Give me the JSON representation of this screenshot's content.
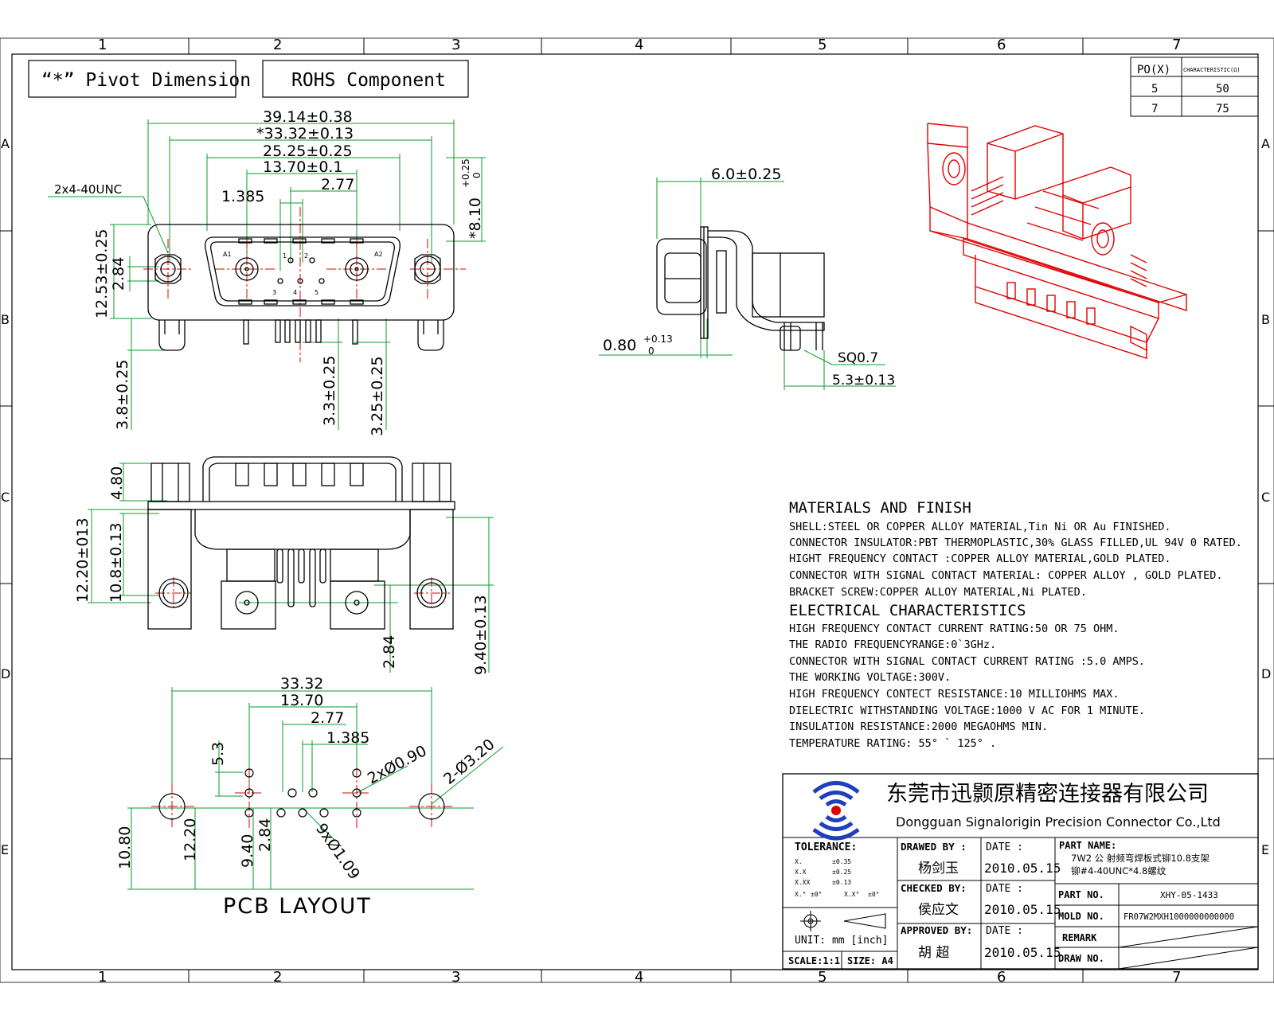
{
  "grid": {
    "columns": [
      "1",
      "2",
      "3",
      "4",
      "5",
      "6",
      "7"
    ],
    "rows": [
      "A",
      "B",
      "C",
      "D",
      "E"
    ]
  },
  "header": {
    "pivot_box": "“*” Pivot Dimension",
    "rohs_box": "ROHS Component"
  },
  "impedance_table": {
    "col1": "PO(X)",
    "col2": "CHARACTERISTIC(Ω)",
    "rows": [
      [
        "5",
        "50"
      ],
      [
        "7",
        "75"
      ]
    ]
  },
  "front_view": {
    "dims": {
      "overall": "39.14±0.38",
      "pivot": "*33.32±0.13",
      "shell": "25.25±0.25",
      "contacts": "13.70±0.1",
      "pitch2": "2.77",
      "pitch1": "1.385",
      "screw": "2x4-40UNC",
      "height": "12.53±0.25",
      "mid": "2.84",
      "depth": "*8.10",
      "depth_tol_hi": "+0.25",
      "depth_tol_lo": "0",
      "leg": "3.8±0.25",
      "pin1": "3.3±0.25",
      "pin2": "3.25±0.25"
    },
    "labels": {
      "a1": "A1",
      "a2": "A2",
      "p1": "1",
      "p2": "2",
      "p3": "3",
      "p4": "4",
      "p5": "5"
    }
  },
  "side_view": {
    "dims": {
      "width": "6.0±0.25",
      "flange": "0.80",
      "flange_tol_hi": "+0.13",
      "flange_tol_lo": "0",
      "sq": "SQ0.7",
      "tail": "5.3±0.13"
    }
  },
  "bottom_view": {
    "dims": {
      "top": "4.80",
      "h1": "12.20±013",
      "h2": "10.8±0.13",
      "h3": "9.40±0.13",
      "off": "2.84"
    }
  },
  "pcb_layout": {
    "title": "PCB LAYOUT",
    "dims": {
      "w1": "33.32",
      "w2": "13.70",
      "w3": "2.77",
      "w4": "1.385",
      "hole_hf": "2xØ0.90",
      "hole_mt": "2-Ø3.20",
      "hole_sig": "9xØ1.09",
      "v1": "5.3",
      "v2": "10.80",
      "v3": "12.20",
      "v4": "9.40",
      "v5": "2.84"
    }
  },
  "materials": {
    "title": "MATERIALS AND  FINISH",
    "lines": [
      "SHELL:STEEL OR COPPER ALLOY MATERIAL,Tin Ni OR Au FINISHED.",
      "CONNECTOR INSULATOR:PBT THERMOPLASTIC,30% GLASS FILLED,UL 94V 0 RATED.",
      "HIGHT FREQUENCY CONTACT :COPPER ALLOY MATERIAL,GOLD PLATED.",
      "CONNECTOR WITH SIGNAL CONTACT MATERIAL: COPPER ALLOY , GOLD PLATED.",
      "BRACKET SCREW:COPPER ALLOY MATERIAL,Ni PLATED."
    ]
  },
  "electrical": {
    "title": "ELECTRICAL CHARACTERISTICS",
    "lines": [
      "HIGH FREQUENCY CONTACT CURRENT RATING:50 OR 75 OHM.",
      "THE RADIO FREQUENCYRANGE:0`3GHz.",
      "CONNECTOR WITH SIGNAL CONTACT CURRENT RATING :5.0 AMPS.",
      "THE WORKING VOLTAGE:300V.",
      "HIGH FREQUENCY CONTECT RESISTANCE:10 MILLIOHMS MAX.",
      "DIELECTRIC WITHSTANDING VOLTAGE:1000 V AC FOR 1 MINUTE.",
      "INSULATION RESISTANCE:2000 MEGAOHMS MIN.",
      "TEMPERATURE RATING: 55° ` 125° ."
    ]
  },
  "title_block": {
    "company_cn": "东莞市迅颢原精密连接器有限公司",
    "company_en": "Dongguan Signalorigin Precision Connector Co.,Ltd",
    "tolerance_label": "TOLERANCE:",
    "tolerance_rows": [
      [
        "X.",
        "±0.35"
      ],
      [
        "X.X",
        "±0.25"
      ],
      [
        "X.XX",
        "±0.13"
      ]
    ],
    "tolerance_angles": [
      "X.°",
      "±0°",
      "X.X°",
      "±0°"
    ],
    "unit": "UNIT: mm [inch]",
    "scale": "SCALE:1:1",
    "size": "SIZE: A4",
    "drawn_label": "DRAWED BY :",
    "drawn_name": "杨剑玉",
    "checked_label": "CHECKED BY:",
    "checked_name": "侯应文",
    "approved_label": "APPROVED BY:",
    "approved_name": "胡  超",
    "date_label": "DATE :",
    "date1": "2010.05.15",
    "date2": "2010.05.15",
    "date3": "2010.05.15",
    "part_name_label": "PART NAME:",
    "part_name_line1": "7W2 公 射频弯焊板式铆10.8支架",
    "part_name_line2": "铆#4-40UNC*4.8螺纹",
    "part_no_label": "PART NO.",
    "part_no": "XHY-05-1433",
    "mold_no_label": "MOLD NO.",
    "mold_no": "FR07W2MXH1000000000000",
    "remark_label": "REMARK",
    "draw_no_label": "DRAW NO."
  }
}
